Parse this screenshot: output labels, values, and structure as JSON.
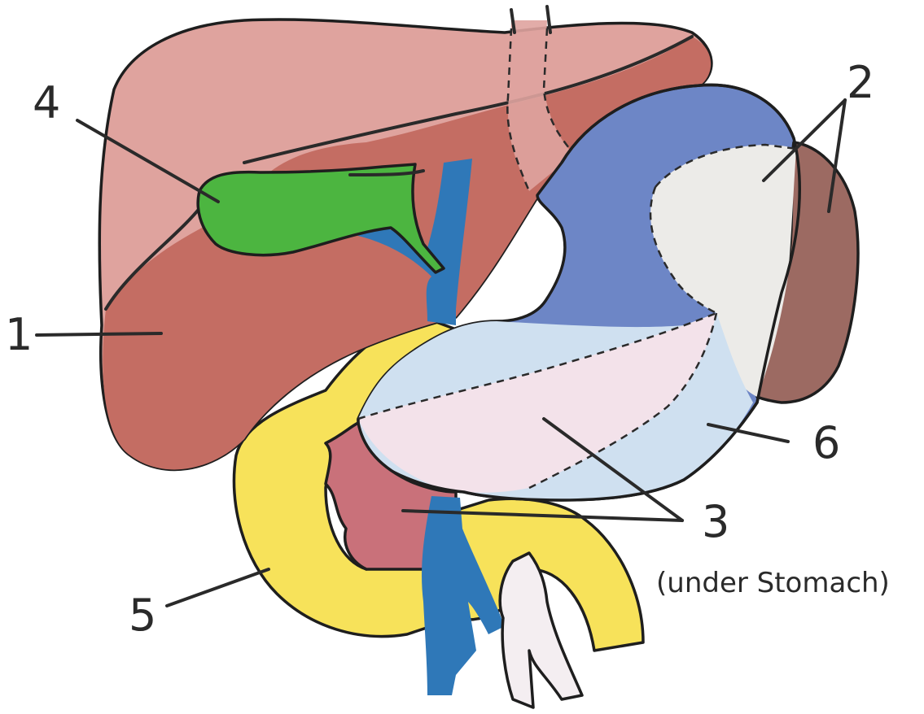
{
  "labels": {
    "liver": "1",
    "spleen": "2",
    "pancreas": "3",
    "pancreas_note": "(under Stomach)",
    "gallbladder": "4",
    "duodenum": "5",
    "stomach": "6"
  },
  "colors": {
    "liver_light": "#dfa39e",
    "liver_dark": "#c46d63",
    "gallbladder": "#4cb540",
    "bile_duct": "#2f78b8",
    "stomach_blue": "#6d86c6",
    "stomach_light": "#cfe0f0",
    "stomach_pink": "#f3e2ea",
    "spleen": "#9c6a62",
    "spleen_light": "#ecebe8",
    "duodenum": "#f7e25a",
    "pancreas": "#c9717a"
  }
}
